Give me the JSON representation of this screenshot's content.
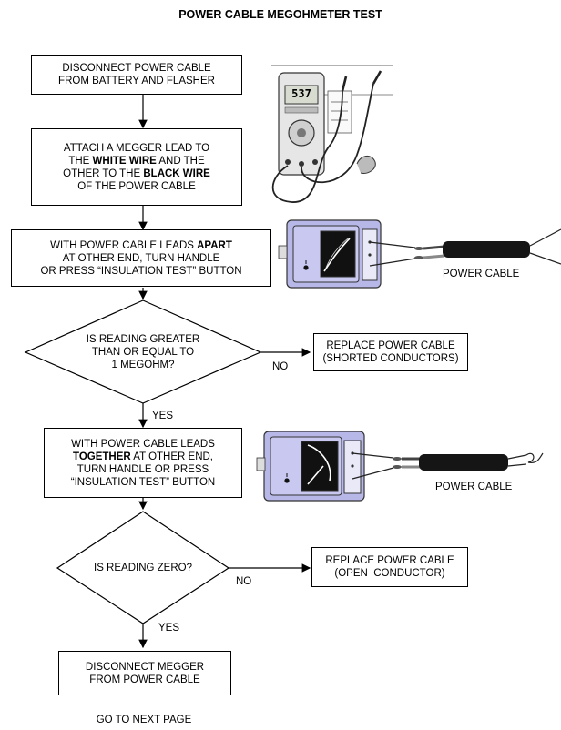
{
  "title": "POWER CABLE MEGOHMETER TEST",
  "steps": {
    "s1": [
      "DISCONNECT POWER CABLE",
      "FROM BATTERY AND FLASHER"
    ],
    "s2": {
      "l1": "ATTACH A MEGGER LEAD TO",
      "l2a": "THE ",
      "l2b": "WHITE WIRE",
      "l2c": " AND THE",
      "l3a": "OTHER TO THE ",
      "l3b": "BLACK WIRE",
      "l4": "OF THE POWER CABLE"
    },
    "s3": {
      "l1a": "WITH POWER CABLE LEADS ",
      "l1b": "APART",
      "l2": "AT OTHER END, TURN HANDLE",
      "l3": "OR PRESS “INSULATION TEST” BUTTON"
    },
    "d1": [
      "IS READING GREATER",
      "THAN OR EQUAL TO",
      "1 MEGOHM?"
    ],
    "r1": [
      "REPLACE POWER CABLE",
      "(SHORTED CONDUCTORS)"
    ],
    "s4": {
      "l1": "WITH POWER CABLE LEADS",
      "l2a": "TOGETHER",
      "l2b": " AT OTHER END,",
      "l3": "TURN HANDLE OR PRESS",
      "l4": "“INSULATION TEST” BUTTON"
    },
    "d2": [
      "IS READING ZERO?"
    ],
    "r2": [
      "REPLACE POWER CABLE",
      "(OPEN  CONDUCTOR)"
    ],
    "s5": [
      "DISCONNECT MEGGER",
      "FROM POWER CABLE"
    ]
  },
  "labels": {
    "no1": "NO",
    "yes1": "YES",
    "no2": "NO",
    "yes2": "YES",
    "power_cable_1": "POWER CABLE",
    "power_cable_2": "POWER CABLE",
    "go_next": "GO TO NEXT PAGE"
  },
  "meter_readout": "537",
  "colors": {
    "megger_fill": "#b8b8e8",
    "line": "#000000"
  }
}
